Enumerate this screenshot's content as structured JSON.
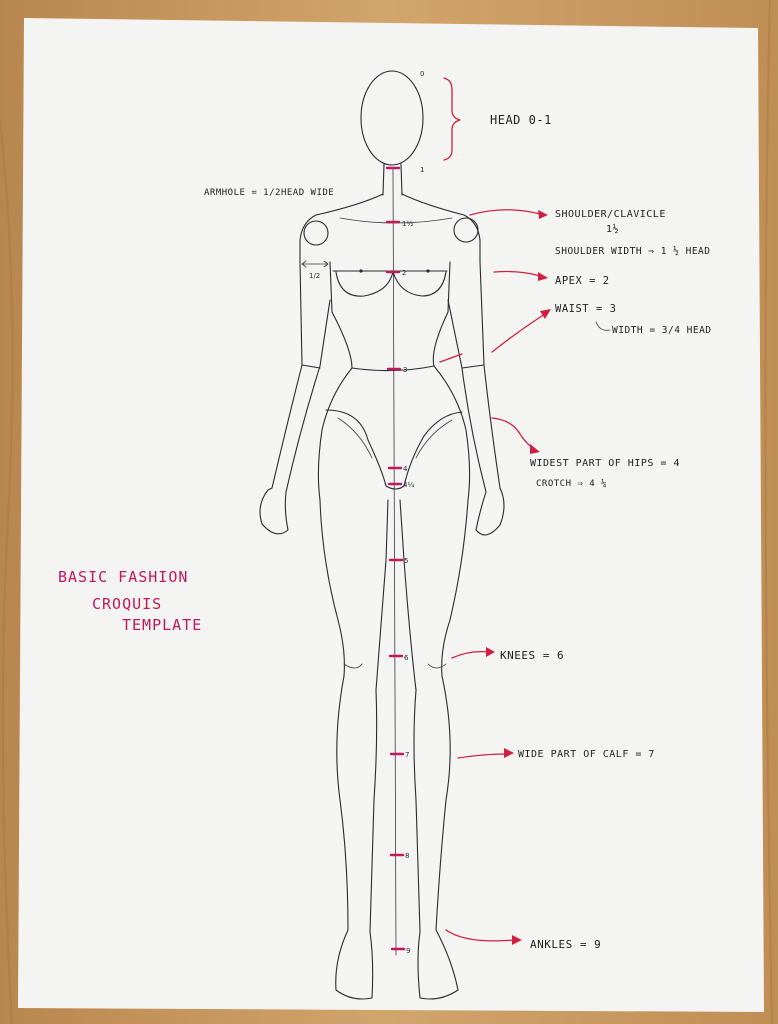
{
  "colors": {
    "paper": "#f4f4f2",
    "wood": "#c99a62",
    "pencil": "#2a2a33",
    "red_ink": "#d02040",
    "magenta_ink": "#c2185b"
  },
  "title_lines": [
    "BASIC FASHION",
    "CROQUIS",
    "TEMPLATE"
  ],
  "labels": {
    "head": "HEAD  0-1",
    "armhole": "ARMHOLE = 1/2HEAD WIDE",
    "shoulder": "SHOULDER/CLAVICLE",
    "shoulder_num": "1½",
    "shoulder_width": "SHOULDER WIDTH ⇒  1 ½ HEAD",
    "apex": "APEX = 2",
    "waist": "WAIST = 3",
    "waist_width": "WIDTH = 3/4 HEAD",
    "hips": "WIDEST PART OF HIPS = 4",
    "crotch": "CROTCH ⇒  4 ¼",
    "knees": "KNEES = 6",
    "calf": "WIDE PART OF CALF = 7",
    "ankles": "ANKLES = 9",
    "arm_width": "1/2"
  },
  "ticks": {
    "zero": "0",
    "one": "1",
    "one_half": "1½",
    "two": "2",
    "three": "3",
    "four": "4",
    "four_quarter": "4¼",
    "five": "5",
    "six": "6",
    "seven": "7",
    "eight": "8",
    "nine": "9"
  }
}
